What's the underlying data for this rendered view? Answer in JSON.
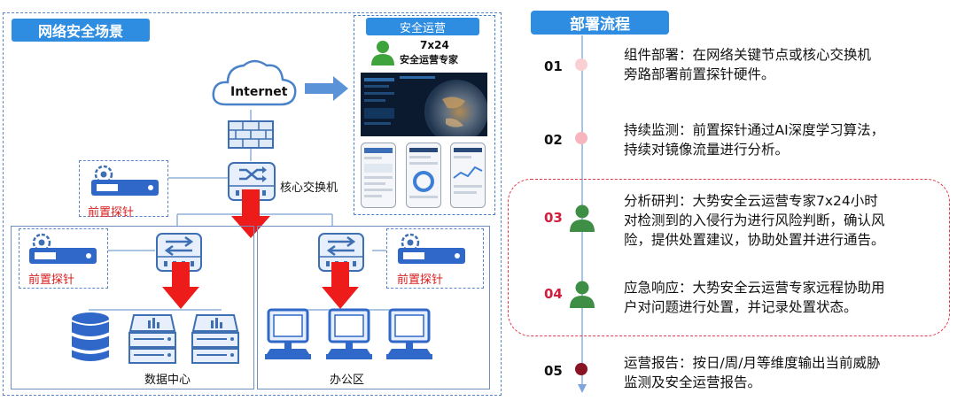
{
  "left_panel": {
    "title": "网络安全场景",
    "internet_label": "Internet",
    "core_switch_label": "核心交换机",
    "probe_label": "前置探针",
    "data_center_label": "数据中心",
    "office_label": "办公区",
    "ops_panel": {
      "title": "安全运营",
      "expert_line1": "7x24",
      "expert_line2": "安全运营专家"
    }
  },
  "right_panel": {
    "title": "部署流程",
    "steps": [
      {
        "num": "01",
        "line1": "组件部署：在网络关键节点或核心交换机",
        "line2": "旁路部署前置探针硬件。",
        "line3": ""
      },
      {
        "num": "02",
        "line1": "持续监测：前置探针通过AI深度学习算法，",
        "line2": "持续对镜像流量进行分析。",
        "line3": ""
      },
      {
        "num": "03",
        "line1": "分析研判：大势安全云运营专家7x24小时",
        "line2": "对检测到的入侵行为进行风险判断，确认风",
        "line3": "险，提供处置建议，协助处置并进行通告。"
      },
      {
        "num": "04",
        "line1": "应急响应：大势安全云运营专家远程协助用",
        "line2": "户对问题进行处置，并记录处置状态。",
        "line3": ""
      },
      {
        "num": "05",
        "line1": "运营报告：按日/周/月等维度输出当前威胁",
        "line2": "监测及安全运营报告。",
        "line3": ""
      }
    ]
  }
}
